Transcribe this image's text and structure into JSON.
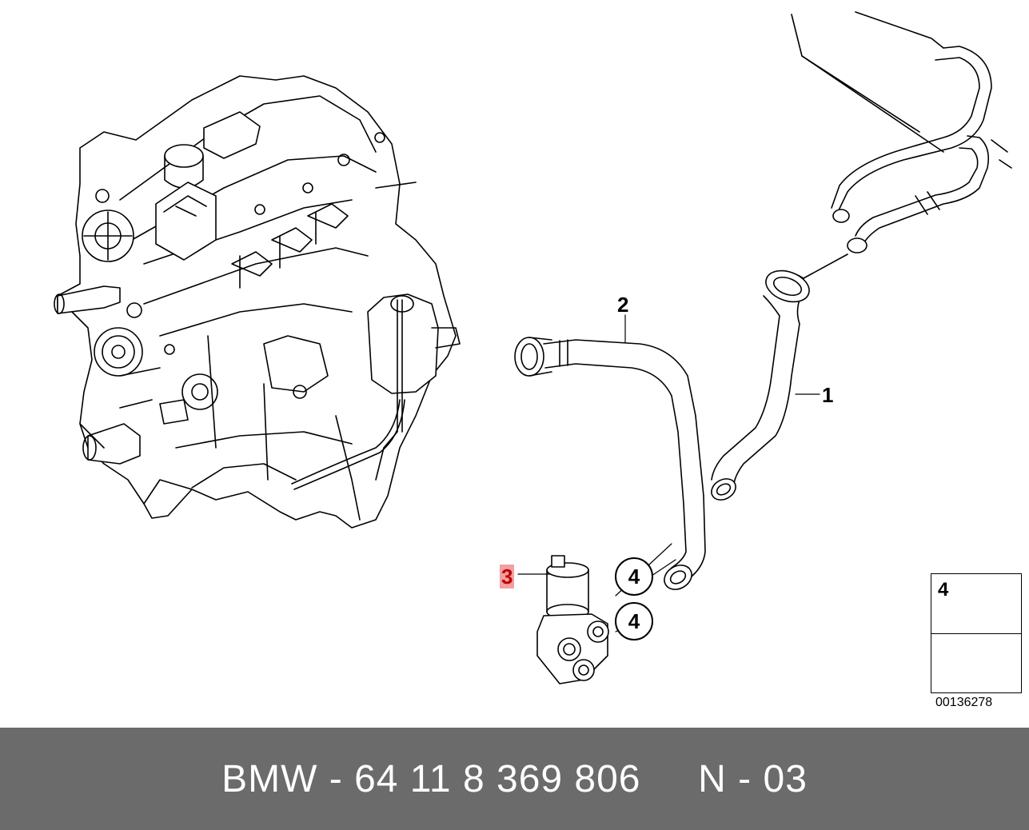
{
  "diagram": {
    "callouts": [
      {
        "id": "1",
        "label": "1"
      },
      {
        "id": "2",
        "label": "2"
      },
      {
        "id": "3",
        "label": "3"
      }
    ],
    "circled_callouts": [
      "4",
      "4"
    ],
    "legend": {
      "item_number": "4",
      "item_icon": "hose-clamp-icon"
    },
    "reference_number": "00136278",
    "colors": {
      "highlight": "#f2a0a0",
      "highlight_text": "#c00000",
      "footer_background": "#6b6b6b"
    }
  },
  "footer": {
    "text": "BMW - 64 11 8 369 806     N - 03"
  }
}
